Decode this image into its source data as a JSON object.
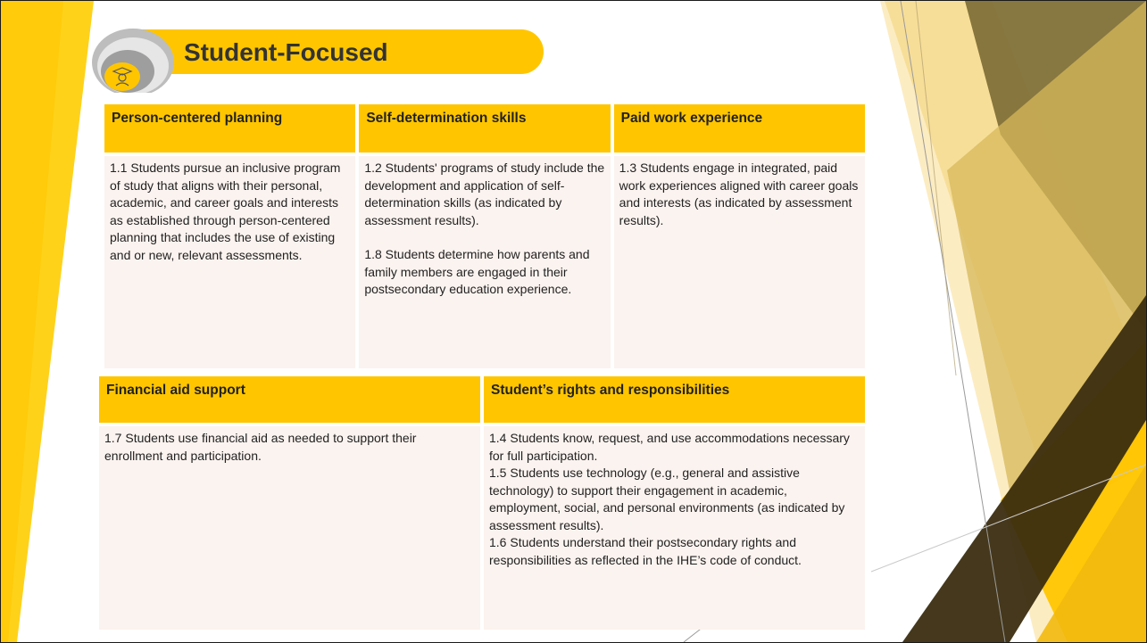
{
  "slide": {
    "title": "Student-Focused",
    "emblem_icon": "graduate-student-icon",
    "colors": {
      "accent": "#ffc600",
      "cell_bg": "#fbf3ef",
      "text": "#222222"
    }
  },
  "top_table": {
    "headers": [
      "Person-centered planning",
      "Self-determination skills",
      "Paid work experience"
    ],
    "cells": [
      {
        "paragraphs": [
          "1.1 Students pursue an inclusive program of study that aligns with their personal, academic, and career goals and interests as established through person-centered planning that includes the use of existing and or new, relevant assessments."
        ]
      },
      {
        "paragraphs": [
          "1.2 Students' programs of study include the development and application of self-determination skills (as indicated by assessment results).",
          "1.8 Students determine how parents and family members are engaged in their postsecondary education experience."
        ]
      },
      {
        "paragraphs": [
          "1.3 Students engage in integrated, paid work experiences aligned with career goals and interests (as indicated by assessment results)."
        ]
      }
    ]
  },
  "bottom_table": {
    "headers": [
      "Financial aid support",
      "Student’s rights and responsibilities"
    ],
    "cells": [
      {
        "lines": [
          "1.7 Students use financial aid as needed to support their enrollment and participation."
        ]
      },
      {
        "lines": [
          "1.4 Students know, request, and use accommodations necessary for full participation.",
          "1.5 Students use technology (e.g., general and assistive technology) to support their engagement in academic, employment, social, and personal environments (as indicated by assessment results).",
          "1.6 Students understand their postsecondary rights and responsibilities as reflected in the IHE’s code of conduct."
        ]
      }
    ]
  }
}
